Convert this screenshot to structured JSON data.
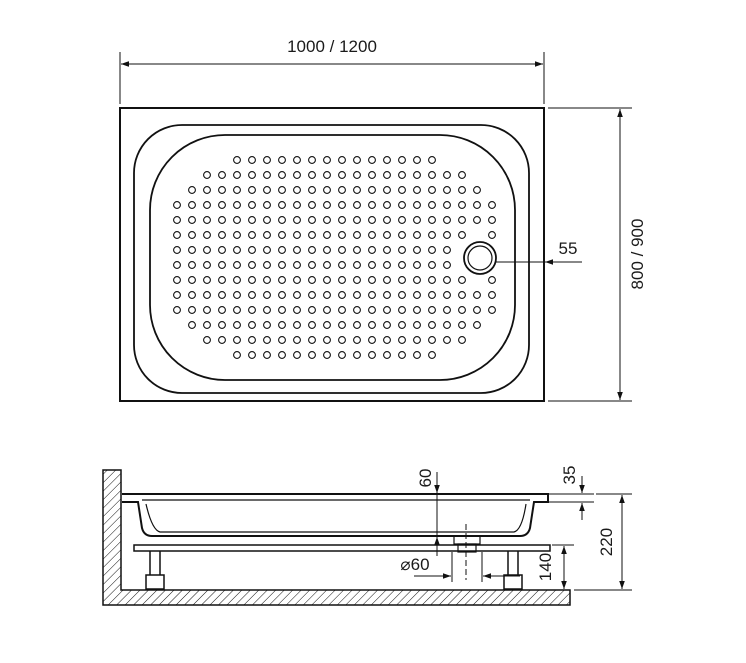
{
  "top_view": {
    "width_label": "1000 / 1200",
    "depth_label": "800 / 900",
    "drain_offset_label": "55"
  },
  "side_view": {
    "rim_height_label": "35",
    "tray_depth_label": "60",
    "total_height_label": "220",
    "leg_height_label": "140",
    "drain_diameter_label": "⌀60"
  },
  "colors": {
    "line": "#111111",
    "background": "#ffffff"
  }
}
